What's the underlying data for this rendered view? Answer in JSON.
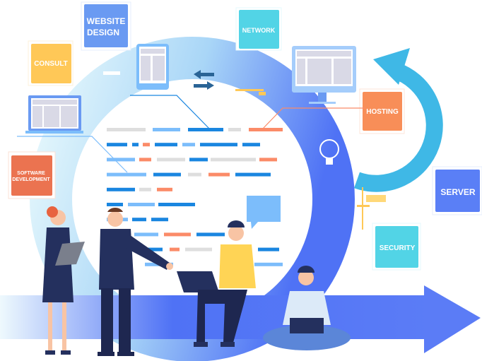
{
  "cards": {
    "website_design": {
      "line1": "WEBSITE",
      "line2": "DESIGN",
      "color": "#6a9af2"
    },
    "network": {
      "label": "NETWORK",
      "color": "#52d4e6"
    },
    "consult": {
      "label": "CONSULT",
      "color": "#ffc857"
    },
    "hosting": {
      "label": "HOSTING",
      "color": "#f88e58"
    },
    "software_development": {
      "line1": "SOFTWARE",
      "line2": "DEVELOPMENT",
      "color": "#eb7350"
    },
    "server": {
      "label": "SERVER",
      "color": "#5a7ff6"
    },
    "security": {
      "label": "SECURITY",
      "color": "#52d4e6"
    }
  },
  "colors": {
    "ring_start": "#d8f3fb",
    "ring_end": "#4f72f5",
    "arrow": "#5b7cf6",
    "cycle_arrow": "#3fb8e6",
    "code_blue": "#1a86e0",
    "code_light": "#7cbdfb",
    "code_gray": "#dedede",
    "code_orange": "#fb8b68"
  }
}
